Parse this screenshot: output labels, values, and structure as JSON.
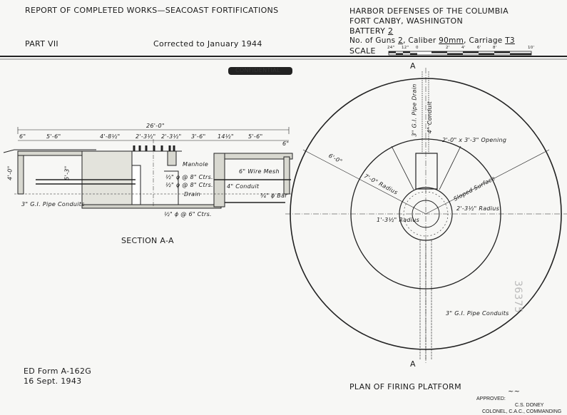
{
  "header": {
    "report_title": "REPORT OF COMPLETED WORKS—SEACOAST FORTIFICATIONS",
    "part": "PART VII",
    "corrected": "Corrected to January 1944",
    "harbor": "HARBOR DEFENSES OF THE COLUMBIA",
    "fort": "FORT CANBY, WASHINGTON",
    "battery_label": "BATTERY",
    "battery_value": "2",
    "guns_label": "No. of Guns",
    "guns_value": "2",
    "caliber_label": ", Caliber",
    "caliber_value": "90mm",
    "carriage_label": ", Carriage",
    "carriage_value": "T3",
    "scale_label": "SCALE",
    "scale_ticks": [
      "24\"",
      "12\"",
      "0",
      "2'",
      "4'",
      "6'",
      "8'",
      "10'"
    ],
    "classification": "CONFIDENTIAL"
  },
  "section": {
    "title": "SECTION A-A",
    "dims": [
      "26'-0\"",
      "6\"",
      "5'-6\"",
      "4'-8½\"",
      "2'-3½\"",
      "2'-3½\"",
      "3'-6\"",
      "14½\"",
      "5'-6\"",
      "6\"",
      "4'-0\"",
      "5'-3\""
    ],
    "notes": [
      "Manhole",
      "6\" Wire Mesh",
      "½\" ϕ @ 8\" Ctrs.",
      "½\" ϕ @ 8\" Ctrs.",
      "4\" Conduit",
      "Drain",
      "¾\" ϕ Bar",
      "3\" G.I. Pipe Conduits",
      "½\" ϕ @ 6\" Ctrs."
    ]
  },
  "plan": {
    "title": "PLAN OF FIRING PLATFORM",
    "section_mark": "A",
    "notes": [
      "6'-0\"",
      "7'-0\" Radius",
      "Sloped Surface",
      "2'-3½\" Radius",
      "1'-3½\" Radius",
      "2'-0\" x 3'-3\" Opening",
      "3\" G.I. Pipe Conduits",
      "3\" G.I. Pipe Drain",
      "4\" Conduit"
    ]
  },
  "footer": {
    "form": "ED Form A-162G",
    "date": "16 Sept. 1943",
    "approved_label": "APPROVED:",
    "approver_name": "C.S. DONEY",
    "approver_title": "COLONEL, C.A.C., COMMANDING",
    "stamp_number": "36375"
  }
}
